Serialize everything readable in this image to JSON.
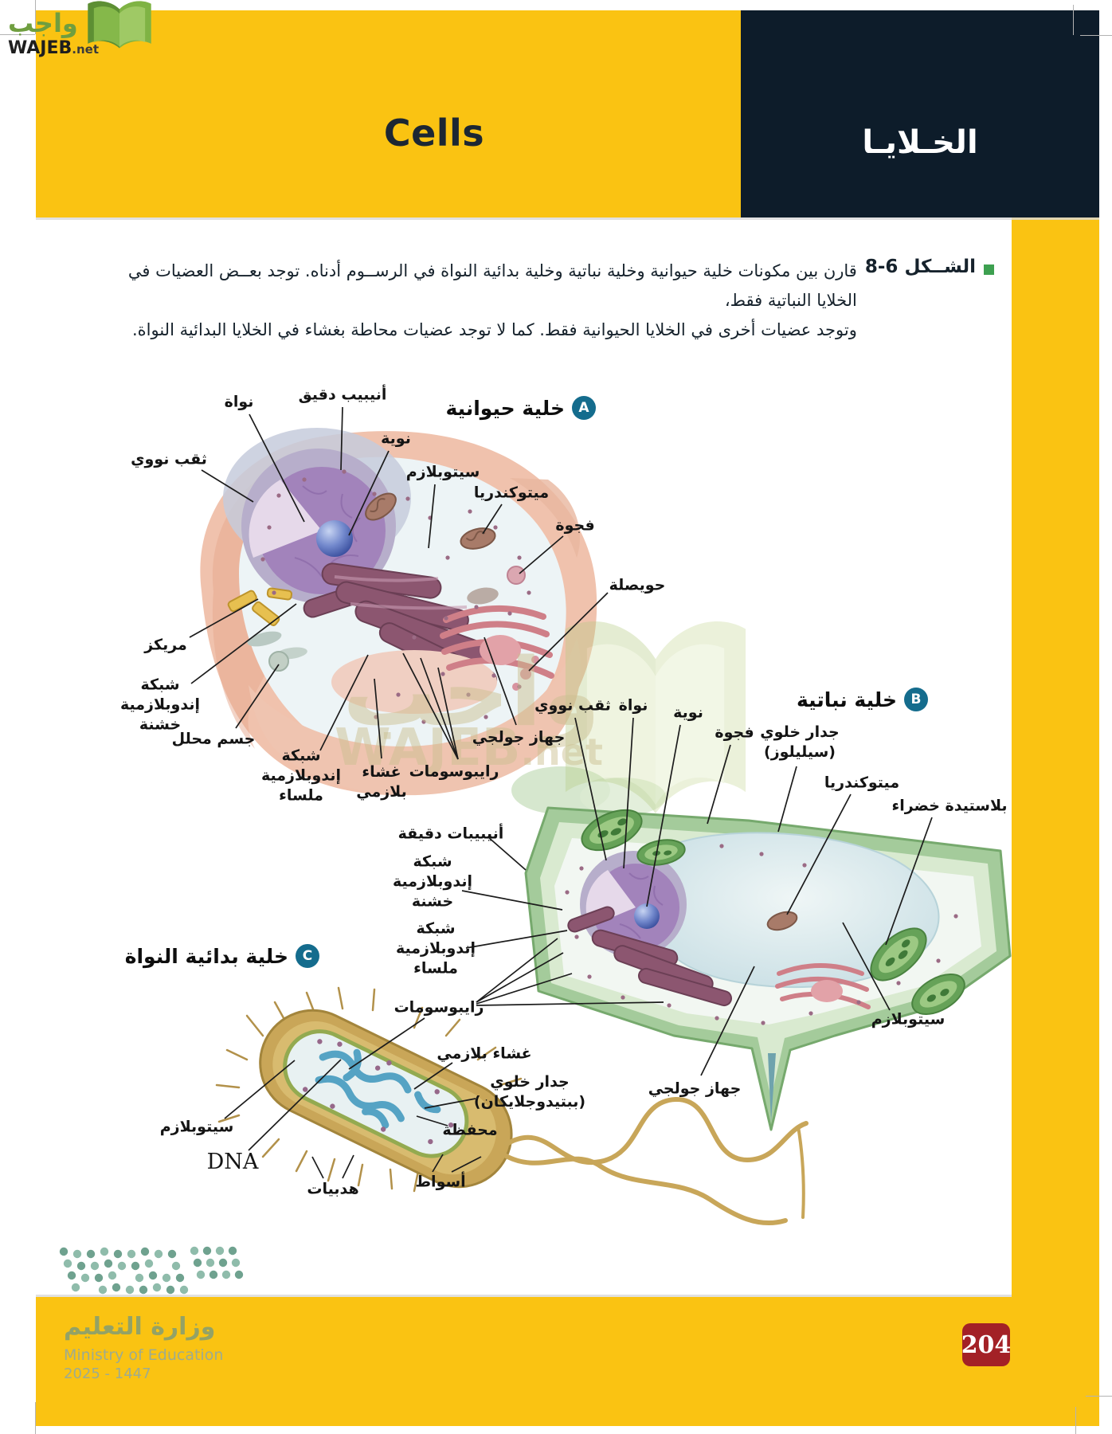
{
  "brand": {
    "name_ar": "واجب",
    "name_en": "WAJEB",
    "suffix": ".net"
  },
  "header": {
    "title_en": "Cells",
    "title_ar": "الخـلايـا"
  },
  "caption": {
    "figure_ref": "الشــكل 6-8",
    "body_line1": "قارن بين مكونات خلية حيوانية وخلية نباتية وخلية بدائية النواة في الرســوم أدناه. توجد بعــض العضيات في الخلايا النباتية فقط،",
    "body_line2": "وتوجد عضيات أخرى في الخلايا الحيوانية فقط. كما لا توجد عضيات محاطة بغشاء في الخلايا البدائية النواة."
  },
  "sections": [
    {
      "id": "animal",
      "badge": "A",
      "title": "خلية حيوانية",
      "labels": [
        {
          "text": "نواة"
        },
        {
          "text": "أنيبيب دقيق"
        },
        {
          "text": "نوية"
        },
        {
          "text": "ثقب نووي"
        },
        {
          "text": "سيتوبلازم"
        },
        {
          "text": "ميتوكندريا"
        },
        {
          "text": "فجوة"
        },
        {
          "text": "حويصلة"
        },
        {
          "text": "مريكز"
        },
        {
          "text": "شبكة\nإندوبلازمية\nخشنة"
        },
        {
          "text": "جسم محلل"
        },
        {
          "text": "شبكة\nإندوبلازمية\nملساء"
        },
        {
          "text": "غشاء\nبلازمي"
        },
        {
          "text": "رايبوسومات"
        },
        {
          "text": "جهاز جولجي"
        }
      ]
    },
    {
      "id": "plant",
      "badge": "B",
      "title": "خلية نباتية",
      "labels": [
        {
          "text": "ثقب نووي"
        },
        {
          "text": "نواة"
        },
        {
          "text": "نوية"
        },
        {
          "text": "فجوة"
        },
        {
          "text": "جدار خلوي\n(سيليلوز)"
        },
        {
          "text": "ميتوكندريا"
        },
        {
          "text": "بلاستيدة خضراء"
        },
        {
          "text": "أنيبيبات دقيقة"
        },
        {
          "text": "شبكة\nإندوبلازمية\nخشنة"
        },
        {
          "text": "شبكة\nإندوبلازمية\nملساء"
        },
        {
          "text": "رايبوسومات"
        },
        {
          "text": "سيتوبلازم"
        },
        {
          "text": "جهاز جولجي"
        }
      ]
    },
    {
      "id": "prokaryote",
      "badge": "C",
      "title": "خلية بدائية النواة",
      "labels": [
        {
          "text": "غشاء بلازمي"
        },
        {
          "text": "جدار خلوي\n(ببتيدوجلايكان)"
        },
        {
          "text": "محفظة"
        },
        {
          "text": "سيتوبلازم"
        },
        {
          "text": "DNA"
        },
        {
          "text": "هدبيات"
        },
        {
          "text": "أسواط"
        }
      ]
    }
  ],
  "footer": {
    "ministry_ar": "وزارة التعليم",
    "ministry_en": "Ministry of Education",
    "edition_years": "2025 - 1447",
    "page_number": "204"
  }
}
